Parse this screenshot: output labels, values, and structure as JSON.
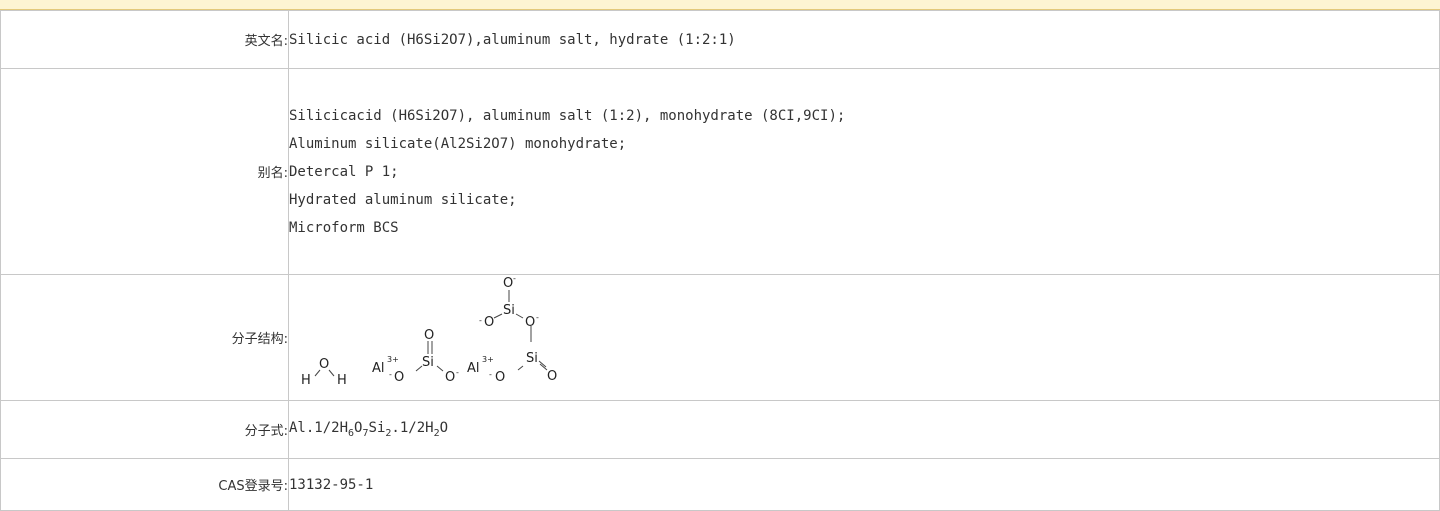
{
  "rows": {
    "english_name": {
      "label": "英文名:",
      "value": "Silicic acid (H6Si2O7),aluminum salt, hydrate (1:2:1)"
    },
    "aliases": {
      "label": "别名:",
      "values": [
        "Silicicacid (H6Si2O7), aluminum salt (1:2), monohydrate (8CI,9CI);",
        "Aluminum silicate(Al2Si2O7) monohydrate;",
        "Detercal P 1;",
        "Hydrated aluminum silicate;",
        "Microform BCS"
      ]
    },
    "structure": {
      "label": "分子结构:",
      "atoms": {
        "o_top": "O",
        "o_top_charge": "-",
        "si_top": "Si",
        "o_left_top": "O",
        "o_left_top_charge": "-",
        "o_bridge": "O",
        "o_bridge_charge": "-",
        "si_right": "Si",
        "o_right_end": "O",
        "h1": "H",
        "o_water": "O",
        "h2": "H",
        "al1": "Al",
        "al1_charge": "3+",
        "o_mid_top": "O",
        "si_mid": "Si",
        "o_al1": "O",
        "o_al1_charge": "-",
        "o_mid_right": "O",
        "o_mid_right_charge": "-",
        "al2": "Al",
        "al2_charge": "3+",
        "o_al2": "O",
        "o_al2_charge": "-"
      }
    },
    "formula": {
      "label": "分子式:",
      "parts": [
        "Al.1/2H",
        "6",
        "O",
        "7",
        "Si",
        "2",
        ".1/2H",
        "2",
        "O"
      ]
    },
    "cas": {
      "label": "CAS登录号:",
      "value": "13132-95-1"
    }
  }
}
